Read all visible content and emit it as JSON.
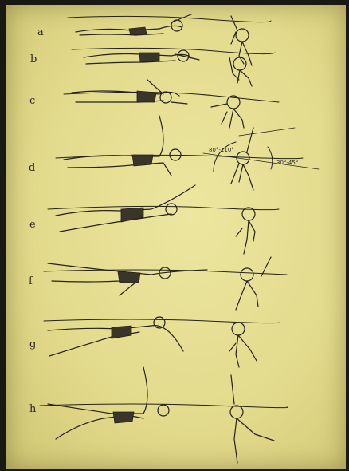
{
  "figure": {
    "rows": [
      {
        "label": "a"
      },
      {
        "label": "b"
      },
      {
        "label": "c"
      },
      {
        "label": "d"
      },
      {
        "label": "e"
      },
      {
        "label": "f"
      },
      {
        "label": "g"
      },
      {
        "label": "h"
      }
    ],
    "angles": {
      "shoulder": "80°-110°",
      "head": "30°-45°"
    }
  },
  "colors": {
    "paper": "#e3dc8e",
    "ink": "#24211b"
  }
}
